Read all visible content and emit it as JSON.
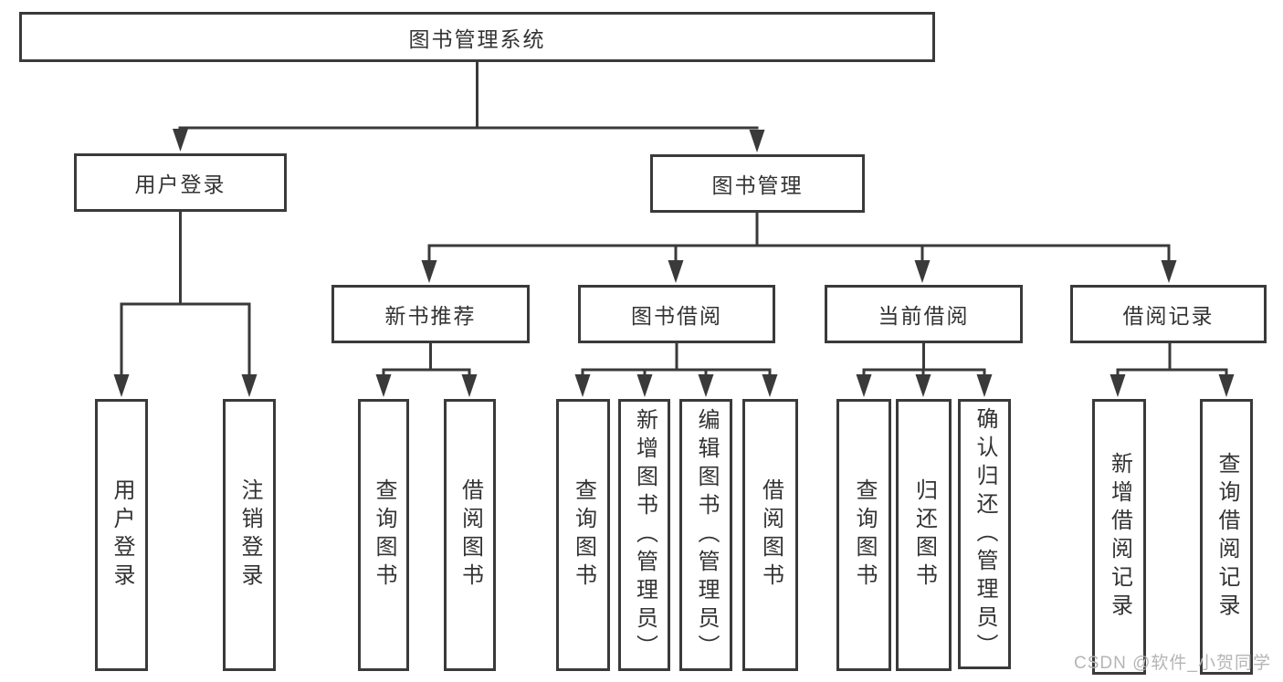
{
  "nodes": {
    "root": "图书管理系统",
    "level2": [
      {
        "label": "用户登录"
      },
      {
        "label": "图书管理"
      }
    ],
    "level3": [
      {
        "label": "新书推荐"
      },
      {
        "label": "图书借阅"
      },
      {
        "label": "当前借阅"
      },
      {
        "label": "借阅记录"
      }
    ],
    "leaves": {
      "login": [
        "用户登录",
        "注销登录"
      ],
      "newbook": [
        "查询图书",
        "借阅图书"
      ],
      "borrow": [
        "查询图书",
        "新增图书（管理员）",
        "编辑图书（管理员）",
        "借阅图书"
      ],
      "current": [
        "查询图书",
        "归还图书",
        "确认归还（管理员）"
      ],
      "record": [
        "新增借阅记录",
        "查询借阅记录"
      ]
    }
  },
  "watermark": "CSDN @软件_小贺同学",
  "colors": {
    "line": "#3a3a3a",
    "text": "#333333",
    "watermark": "#b5b5b5",
    "background": "#ffffff"
  }
}
